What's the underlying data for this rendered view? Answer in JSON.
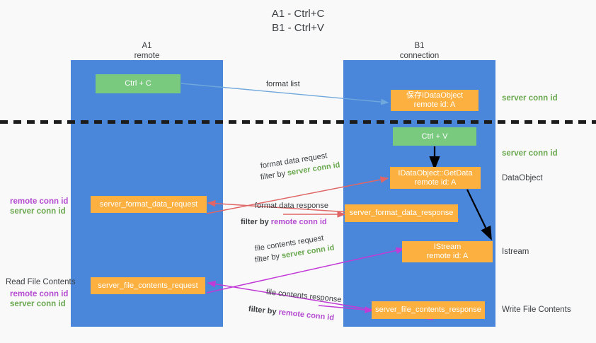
{
  "diagram": {
    "title_line1": "A1 - Ctrl+C",
    "title_line2": "B1 - Ctrl+V",
    "colors": {
      "lane": "#4a86da",
      "green_node": "#79c97f",
      "orange_node": "#fbb040",
      "server_conn": "#6aa84f",
      "remote_conn": "#b44bd1",
      "blue_arrow": "#6fa8dc",
      "red_arrow": "#e06666",
      "magenta_arrow": "#c13bd6",
      "black_arrow": "#000000",
      "background": "#f9f9f9"
    },
    "columns": [
      {
        "name": "A1",
        "sub": "remote"
      },
      {
        "name": "B1",
        "sub": "connection"
      }
    ],
    "nodes": {
      "ctrl_c": {
        "label": "Ctrl + C"
      },
      "save_idataobject": {
        "line1": "保存IDataObject",
        "line2": "remote id: A"
      },
      "ctrl_v": {
        "label": "Ctrl + V"
      },
      "getdata": {
        "line1": "IDataObject::GetData",
        "line2": "remote id: A"
      },
      "format_data_request": {
        "label": "server_format_data_request"
      },
      "format_data_response": {
        "label": "server_format_data_response"
      },
      "istream": {
        "line1": "IStream",
        "line2": "remote id: A"
      },
      "file_contents_request": {
        "label": "server_file_contents_request"
      },
      "file_contents_response": {
        "label": "server_file_contents_response"
      }
    },
    "edges": [
      {
        "name": "format-list",
        "caption": "format list"
      },
      {
        "name": "format-data-request",
        "line1": "format data request",
        "line2_prefix": "filter by ",
        "line2_key": "server conn id"
      },
      {
        "name": "format-data-response",
        "line1": "format data response",
        "line2_prefix": "filter by ",
        "line2_key": "remote conn id"
      },
      {
        "name": "file-contents-request",
        "line1": "file contents request",
        "line2_prefix": "filter by ",
        "line2_key": "server conn id"
      },
      {
        "name": "file-contents-response",
        "line1": "file contents response",
        "line2_prefix": "filter by ",
        "line2_key": "remote conn id"
      }
    ],
    "right_labels": [
      {
        "name": "server-conn-id-top",
        "text": "server conn id"
      },
      {
        "name": "server-conn-id-mid",
        "text": "server conn id"
      },
      {
        "name": "dataobject",
        "text": "DataObject"
      },
      {
        "name": "istream",
        "text": "Istream"
      },
      {
        "name": "write-file-contents",
        "text": "Write File Contents"
      }
    ],
    "left_labels": {
      "group1": {
        "remote": "remote conn id",
        "server": "server conn id"
      },
      "read_file_contents": "Read File Contents",
      "group2": {
        "remote": "remote conn id",
        "server": "server conn id"
      }
    }
  }
}
